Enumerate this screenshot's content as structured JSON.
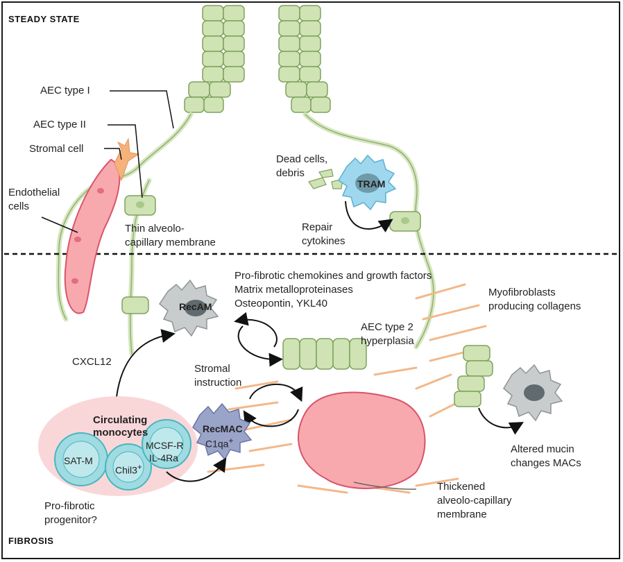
{
  "headers": {
    "steady": "STEADY STATE",
    "fibrosis": "FIBROSIS"
  },
  "labels": {
    "aec1": "AEC type I",
    "aec2": "AEC type II",
    "stromal": "Stromal cell",
    "endo1": "Endothelial",
    "endo2": "cells",
    "thin1": "Thin alveolo-",
    "thin2": "capillary membrane",
    "dead1": "Dead cells,",
    "dead2": "debris",
    "tram": "TRAM",
    "repair1": "Repair",
    "repair2": "cytokines",
    "profib1": "Pro-fibrotic chemokines and growth factors",
    "profib2": "Matrix metalloproteinases",
    "profib3": "Osteopontin, YKL40",
    "recam": "RecAM",
    "myo1": "Myofibroblasts",
    "myo2": "producing collagens",
    "aechyp1": "AEC type 2",
    "aechyp2": "hyperplasia",
    "cxcl12": "CXCL12",
    "stromal_instr1": "Stromal",
    "stromal_instr2": "instruction",
    "circ1": "Circulating",
    "circ2": "monocytes",
    "recmac": "RecMAC",
    "c1qa": "C1qa",
    "c1qa_sup": "+",
    "mcsfr": "MCSF-R",
    "il4ra": "IL-4Ra",
    "satm": "SAT-M",
    "chil3": "Chil3",
    "chil3_sup": "+",
    "progen1": "Pro-fibrotic",
    "progen2": "progenitor?",
    "altered1": "Altered mucin",
    "altered2": "changes MACs",
    "thick1": "Thickened",
    "thick2": "alveolo-capillary",
    "thick3": "membrane"
  },
  "colors": {
    "epithelium": "#cfe3b4",
    "epithelium_stroke": "#7fa25e",
    "nucleus": "#a9c98a",
    "vessel": "#f7a9ae",
    "vessel_stroke": "#d9536a",
    "stromal": "#f5b27a",
    "myofibroblast": "#f3b889",
    "tram": "#9fd8ee",
    "recam": "#c9cccd",
    "recmac": "#9aa3c8",
    "monocyte": "#9fdbe0",
    "monocyte_halo": "#f7c9cc"
  }
}
